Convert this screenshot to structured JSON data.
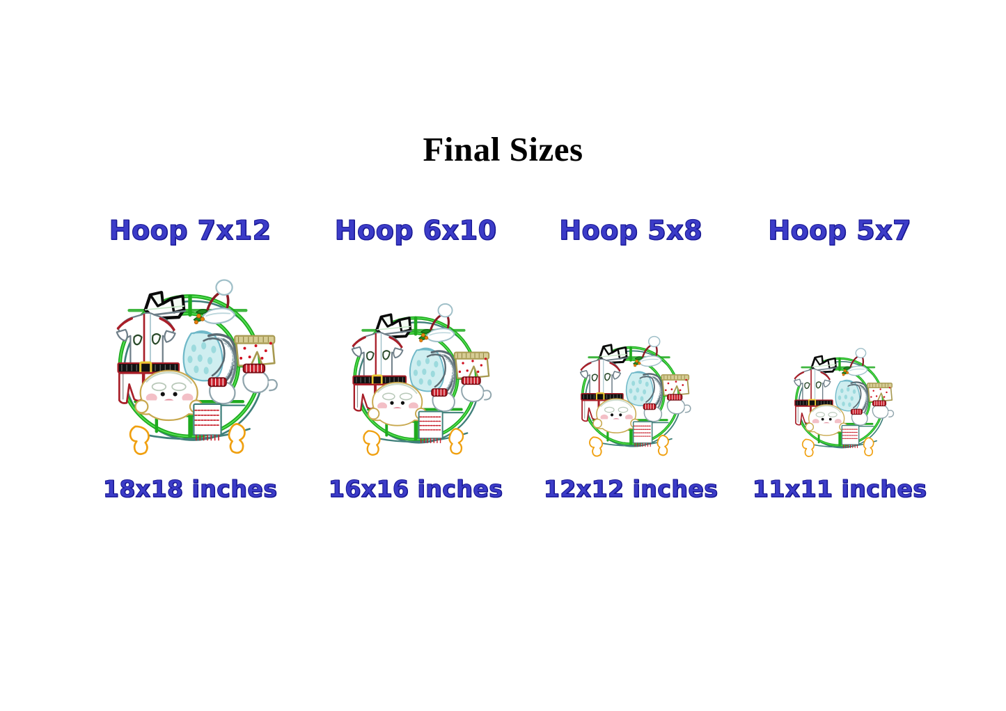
{
  "page": {
    "title": "Final Sizes",
    "background_color": "#ffffff",
    "title_color": "#000000",
    "label_color": "#3c3cc8",
    "label_outline_color": "#1a1a96"
  },
  "design": {
    "name": "santa-laundry-line-wreath",
    "description": "Christmas wreath with Santa suit, boots, hat, mittens, boxer shorts, bib and Santa face on a clothesline",
    "colors": {
      "wreath_green": "#22c322",
      "wreath_teal": "#3f7f7a",
      "suit_red": "#a81e28",
      "belt_black": "#111111",
      "buckle_gold": "#e8c832",
      "boxers_gold": "#b9a85a",
      "bib_aqua": "#9fe0dc",
      "candy_orange": "#f0a010",
      "cheek_pink": "#f0b0b8",
      "dot_red": "#d01020",
      "outline_gray": "#7a8a94"
    }
  },
  "sizes": [
    {
      "hoop": "Hoop 7x12",
      "inches": "18x18 inches"
    },
    {
      "hoop": "Hoop 6x10",
      "inches": "16x16 inches"
    },
    {
      "hoop": "Hoop 5x8",
      "inches": "12x12 inches"
    },
    {
      "hoop": "Hoop 5x7",
      "inches": "11x11 inches"
    }
  ]
}
